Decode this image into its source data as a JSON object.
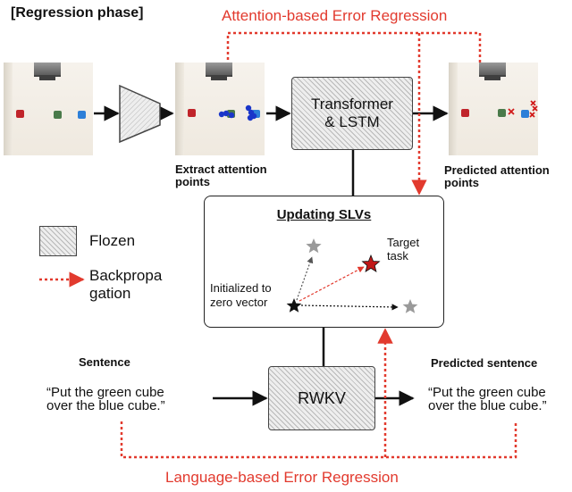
{
  "header": {
    "phase_label": "[Regression phase]",
    "attention_regression_label": "Attention-based Error Regression",
    "language_regression_label": "Language-based Error Regression"
  },
  "model": {
    "transformer_label_line1": "Transformer",
    "transformer_label_line2": "& LSTM",
    "rwkv_label": "RWKV"
  },
  "captions": {
    "extract_attention": "Extract attention points",
    "predicted_attention": "Predicted attention points"
  },
  "legend": {
    "frozen_label": "Flozen",
    "backprop_label_line1": "Backpropa",
    "backprop_label_line2": "gation"
  },
  "slv_panel": {
    "title": "Updating SLVs",
    "target_label_line1": "Target",
    "target_label_line2": "task",
    "init_label_line1": "Initialized to",
    "init_label_line2": "zero vector"
  },
  "sentences": {
    "input_heading": "Sentence",
    "input_line1": "“Put the green cube",
    "input_line2": "over the blue cube.”",
    "output_heading": "Predicted sentence",
    "output_line1": "“Put the green cube",
    "output_line2": "over the blue cube.”"
  },
  "colors": {
    "accent_red": "#e23a2e",
    "arrow_black": "#111111",
    "frozen_fill": "#eeeeee",
    "star_gray": "#9a9a9a"
  }
}
